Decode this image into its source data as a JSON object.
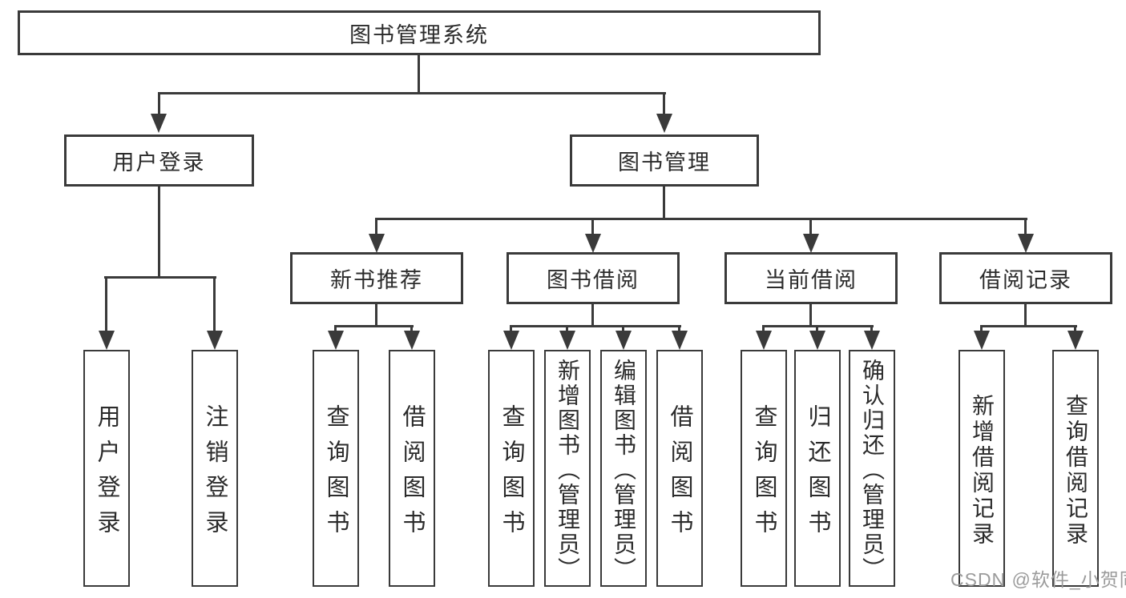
{
  "title": {
    "label": "图书管理系统"
  },
  "level2": [
    {
      "label": "用户登录"
    },
    {
      "label": "图书管理"
    }
  ],
  "level3": [
    {
      "label": "新书推荐"
    },
    {
      "label": "图书借阅"
    },
    {
      "label": "当前借阅"
    },
    {
      "label": "借阅记录"
    }
  ],
  "level4": {
    "user_login": [
      {
        "label": "用户登录"
      },
      {
        "label": "注销登录"
      }
    ],
    "new_books": [
      {
        "label": "查询图书"
      },
      {
        "label": "借阅图书"
      }
    ],
    "book_borrow": [
      {
        "label": "查询图书"
      },
      {
        "label": "新增图书（管理员）"
      },
      {
        "label": "编辑图书（管理员）"
      },
      {
        "label": "借阅图书"
      }
    ],
    "current_borrow": [
      {
        "label": "查询图书"
      },
      {
        "label": "归还图书"
      },
      {
        "label": "确认归还（管理员）"
      }
    ],
    "borrow_records": [
      {
        "label": "新增借阅记录"
      },
      {
        "label": "查询借阅记录"
      }
    ]
  },
  "watermark": {
    "text": "CSDN @软件_小贺同学"
  },
  "colors": {
    "line": "#3a3a3a",
    "text": "#2b2b2b",
    "watermark": "#9b9b9b",
    "background": "#ffffff"
  }
}
